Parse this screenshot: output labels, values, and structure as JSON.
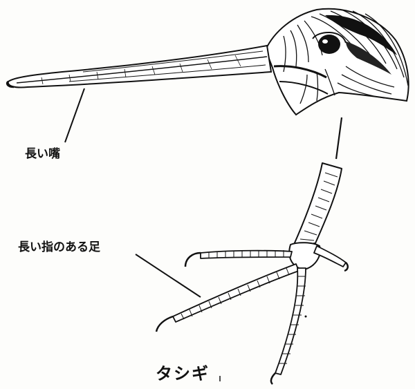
{
  "labels": {
    "bill": "長い嘴",
    "foot": "長い指のある足"
  },
  "caption": "タシギ",
  "colors": {
    "ink": "#111111",
    "paper": "#fdfdfb"
  }
}
